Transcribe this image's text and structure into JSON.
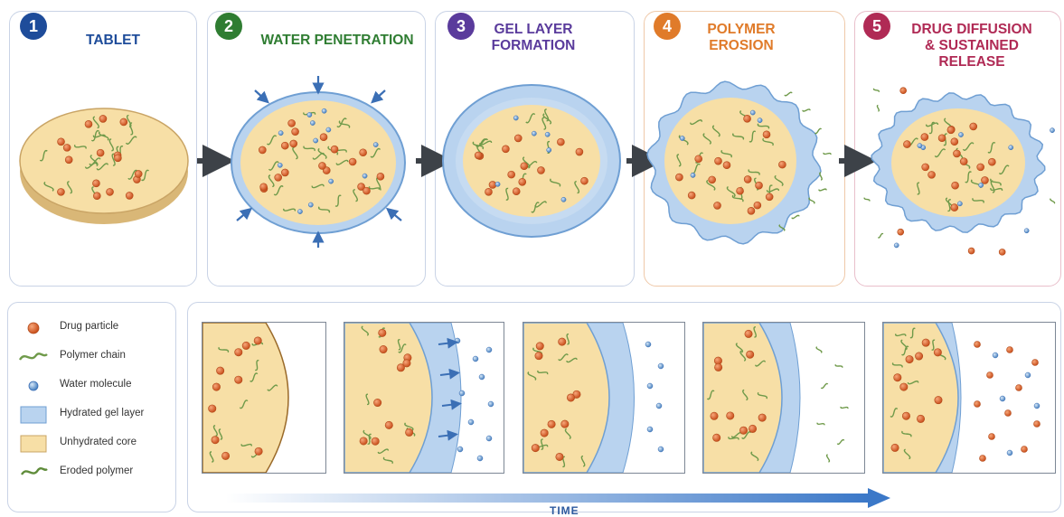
{
  "stages": [
    {
      "num": "1",
      "title": "TABLET",
      "color": "#1e4c9a"
    },
    {
      "num": "2",
      "title": "WATER PENETRATION",
      "color": "#2f7d32"
    },
    {
      "num": "3",
      "title_line1": "GEL LAYER",
      "title_line2": "FORMATION",
      "color": "#5a3b9c"
    },
    {
      "num": "4",
      "title_line1": "POLYMER",
      "title_line2": "EROSION",
      "color": "#e07b2a"
    },
    {
      "num": "5",
      "title_line1": "DRUG DIFFUSION",
      "title_line2": "& SUSTAINED",
      "title_line3": "RELEASE",
      "color": "#b02a55"
    }
  ],
  "legend": [
    {
      "label": "Drug particle",
      "icon": "drug-particle-icon"
    },
    {
      "label": "Polymer chain",
      "icon": "polymer-chain-icon"
    },
    {
      "label": "Water molecule",
      "icon": "water-molecule-icon"
    },
    {
      "label": "Hydrated gel layer",
      "icon": "gel-layer-swatch"
    },
    {
      "label": "Unhydrated core",
      "icon": "core-swatch"
    },
    {
      "label": "Eroded polymer",
      "icon": "eroded-polymer-icon"
    }
  ],
  "time_label": "TIME",
  "colors": {
    "core": "#f7dfa6",
    "core_edge": "#c9a465",
    "gel": "#b9d3ef",
    "gel_edge": "#6f9fd3",
    "drug": "#e0662d",
    "water": "#5b93cf",
    "polymer": "#6f9a4a",
    "arrow": "#3b6fb5",
    "connector": "#3d4248"
  }
}
